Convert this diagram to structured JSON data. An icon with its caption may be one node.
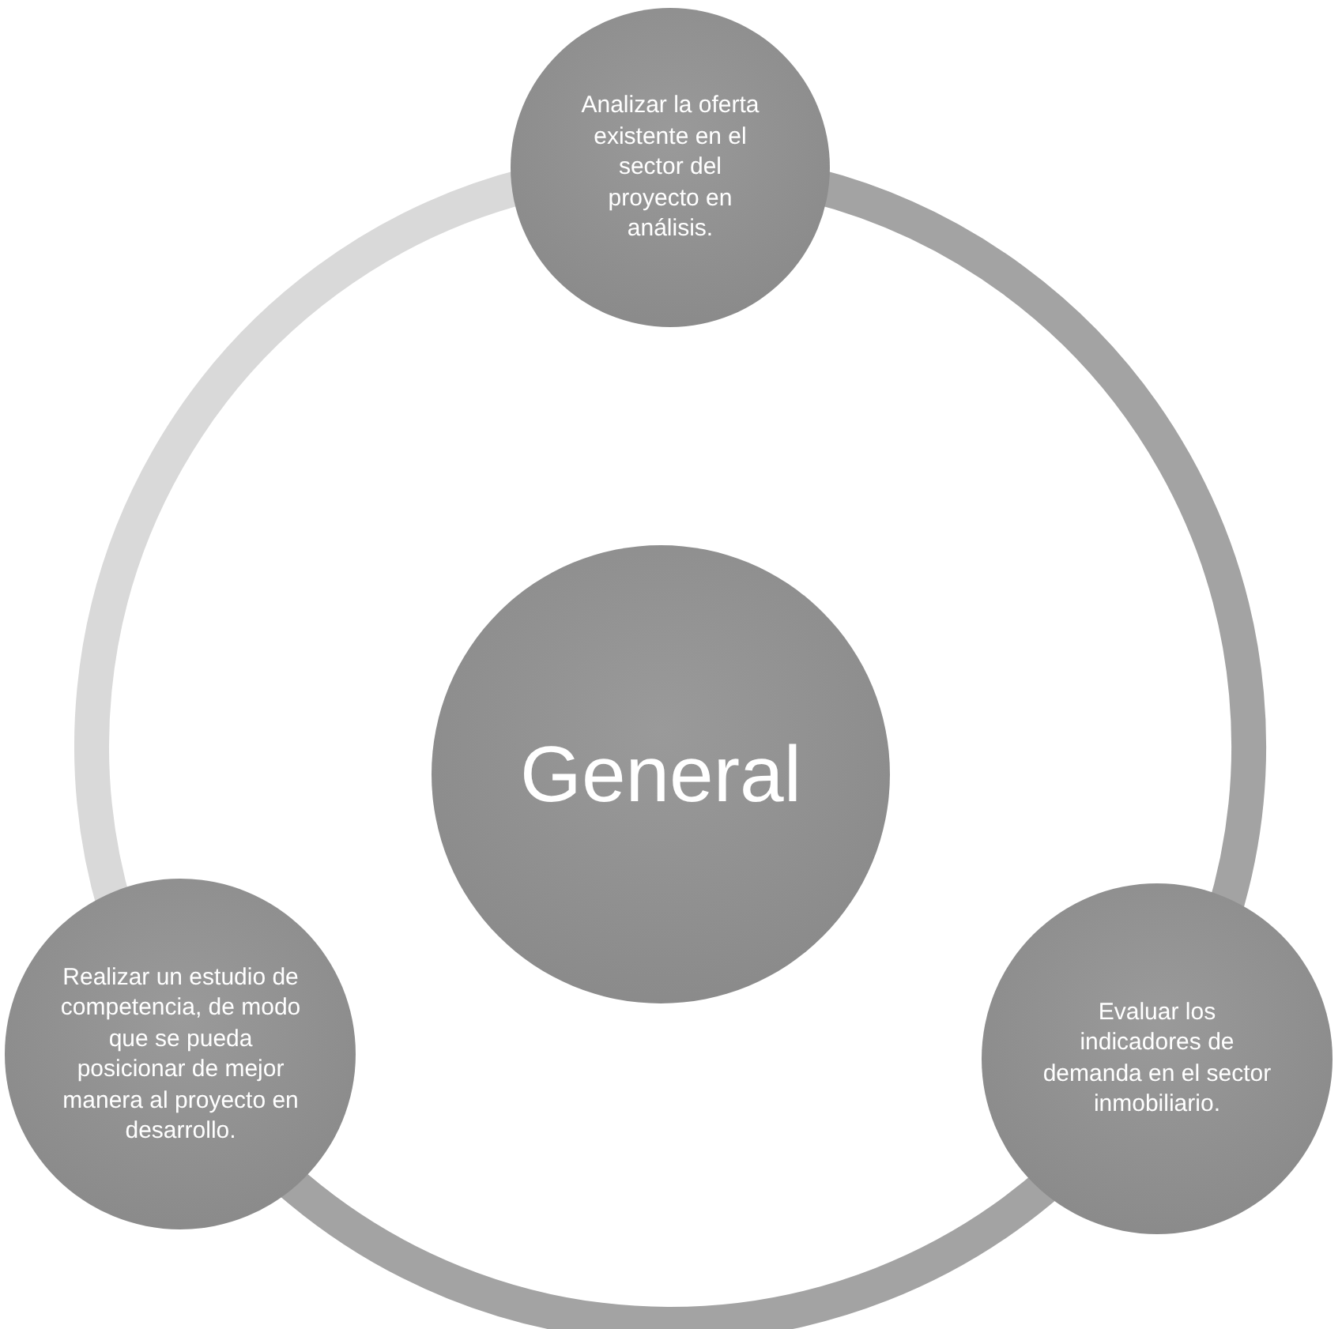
{
  "diagram": {
    "nodes": [
      {
        "text": [
          "Analizar la oferta existente en el sector del proyecto en análisis."
        ]
      },
      {
        "text": [
          "General"
        ]
      },
      {
        "text": [
          "Realizar un estudio de competencia, de modo que se pueda posicionar de mejor manera al proyecto en desarrollo."
        ]
      },
      {
        "text": [
          "Evaluar los indicadores de demanda en el sector inmobiliario."
        ]
      }
    ],
    "edges": [
      {
        "from": 0,
        "to": 3,
        "arrow": "none"
      },
      {
        "from": 3,
        "to": 2,
        "arrow": "none"
      },
      {
        "from": 2,
        "to": 0,
        "arrow": "none",
        "color": "#d9d9d9"
      }
    ]
  }
}
